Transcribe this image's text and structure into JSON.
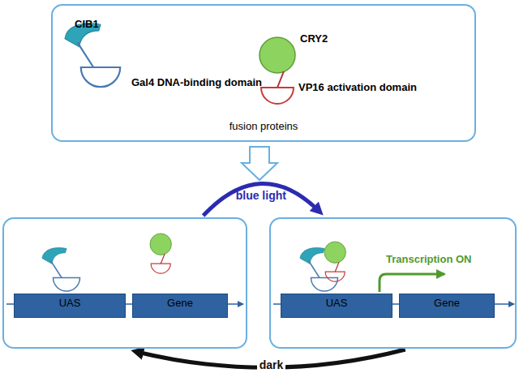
{
  "diagram": {
    "nodes": [
      {
        "text": [
          "fusion proteins"
        ]
      },
      {
        "text": []
      },
      {
        "text": [
          "UAS"
        ],
        "in": 1
      },
      {
        "text": [
          "Gene"
        ],
        "in": 1
      },
      {
        "text": []
      },
      {
        "text": [
          "UAS"
        ],
        "in": 4
      },
      {
        "text": [
          "Gene"
        ],
        "in": 4
      }
    ],
    "edges": [
      {
        "from": 1,
        "to": 4,
        "label": "blue light",
        "arrow": "to"
      },
      {
        "from": 4,
        "to": 1,
        "label": "dark",
        "arrow": "to"
      }
    ],
    "labels": [
      "CIB1",
      "Gal4 DNA-binding domain",
      "CRY2",
      "VP16 activation domain",
      "Transcription ON"
    ]
  }
}
